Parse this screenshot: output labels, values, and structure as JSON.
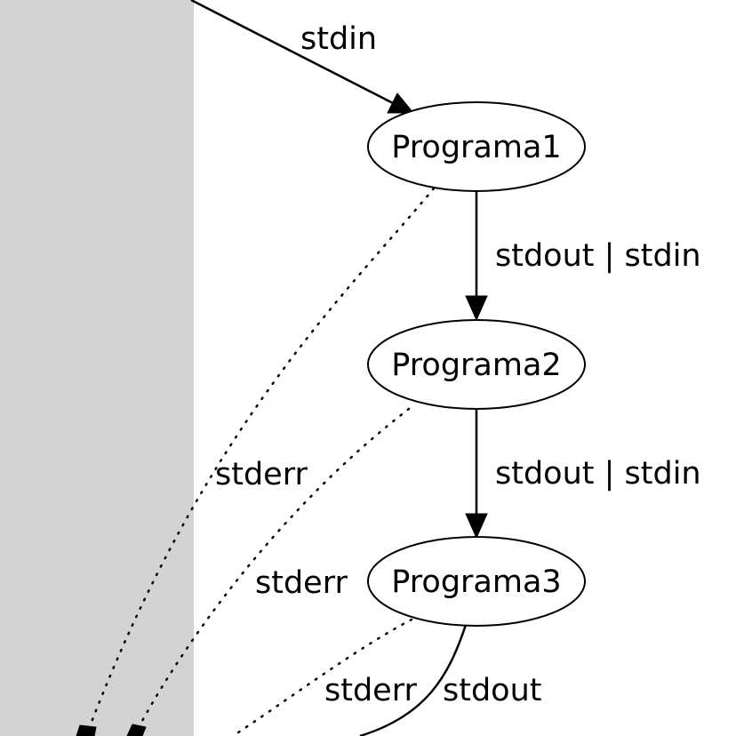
{
  "colors": {
    "background": "#ffffff",
    "cluster_fill": "#d3d3d3",
    "stroke": "#000000"
  },
  "nodes": {
    "programa1": "Programa1",
    "programa2": "Programa2",
    "programa3": "Programa3"
  },
  "edges": {
    "input_to_p1": "stdin",
    "p1_to_p2": "stdout | stdin",
    "p2_to_p3": "stdout | stdin",
    "p1_stderr": "stderr",
    "p2_stderr": "stderr",
    "p3_stderr": "stderr",
    "p3_stdout": "stdout"
  }
}
